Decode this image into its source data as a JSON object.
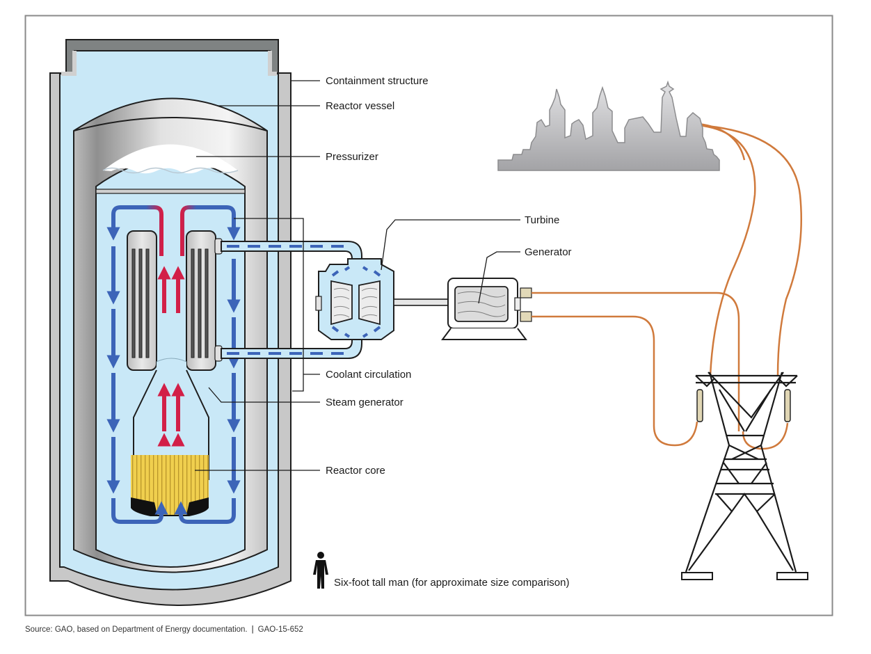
{
  "figure": {
    "type": "diagram",
    "subject": "Small modular reactor with integrated steam generator powering a city",
    "labels": {
      "containment_structure": "Containment structure",
      "reactor_vessel": "Reactor vessel",
      "pressurizer": "Pressurizer",
      "turbine": "Turbine",
      "generator": "Generator",
      "coolant_circulation": "Coolant circulation",
      "steam_generator": "Steam generator",
      "reactor_core": "Reactor core",
      "scale_reference": "Six-foot tall man (for approximate size comparison)"
    },
    "components": [
      {
        "name": "containment-structure",
        "icon": "containment-icon"
      },
      {
        "name": "reactor-vessel",
        "icon": "vessel-icon"
      },
      {
        "name": "pressurizer",
        "icon": "pressurizer-icon"
      },
      {
        "name": "steam-generator",
        "icon": "steam-generator-icon"
      },
      {
        "name": "reactor-core",
        "icon": "reactor-core-icon"
      },
      {
        "name": "turbine",
        "icon": "turbine-icon"
      },
      {
        "name": "generator",
        "icon": "generator-icon"
      },
      {
        "name": "transmission-tower",
        "icon": "pylon-icon"
      },
      {
        "name": "city-skyline",
        "icon": "city-skyline-icon"
      },
      {
        "name": "person-silhouette",
        "icon": "person-icon"
      }
    ],
    "colors": {
      "containment": "#7f8383",
      "water": "#c9e8f7",
      "steel": "#d6d6d6",
      "hot_coolant": "#d21f47",
      "cold_coolant": "#3c64b8",
      "core": "#f0cf4e",
      "cable": "#d07a3c",
      "frame": "#888888"
    }
  },
  "footer": {
    "source": "Source: GAO, based on Department of Energy documentation.",
    "separator": "|",
    "report_id": "GAO-15-652"
  }
}
